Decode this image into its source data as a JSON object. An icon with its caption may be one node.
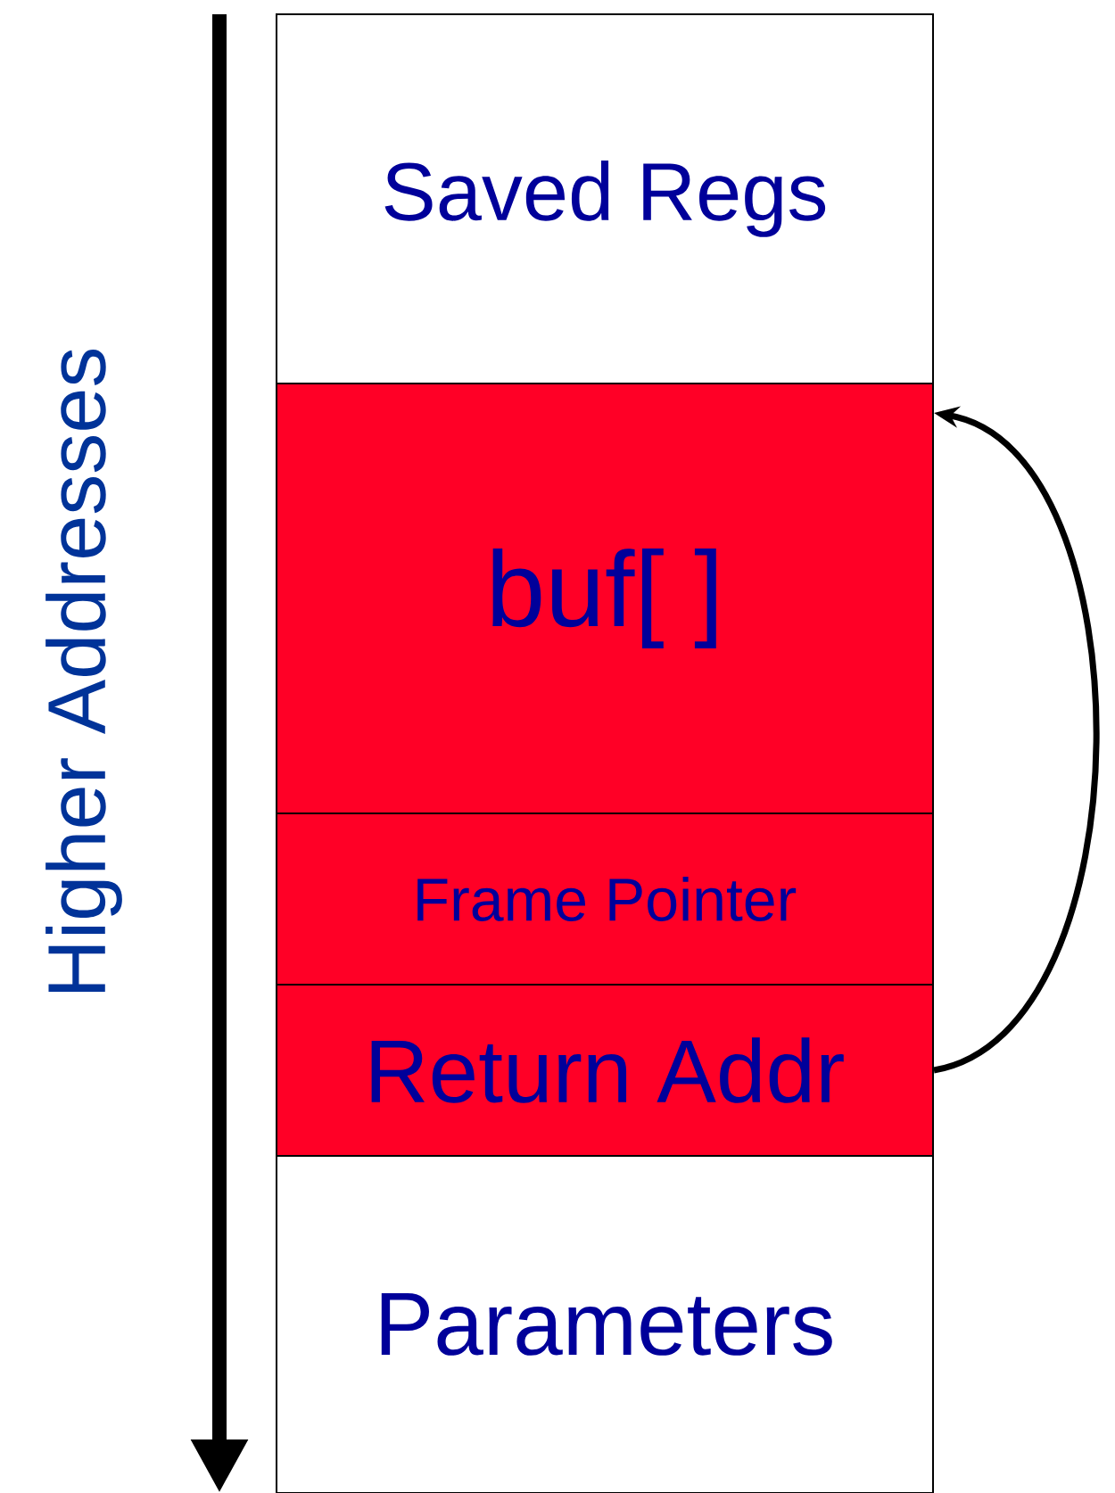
{
  "diagram": {
    "nodes": [
      {
        "text": [
          "Saved Regs"
        ]
      },
      {
        "text": [
          "buf[ ]"
        ]
      },
      {
        "text": [
          "Frame Pointer"
        ]
      },
      {
        "text": [
          "Return Addr"
        ]
      },
      {
        "text": [
          "Parameters"
        ]
      }
    ],
    "edges": [
      {
        "from": 3,
        "to": 1,
        "arrow": "to"
      }
    ],
    "labels": [
      "Higher Addresses"
    ]
  }
}
